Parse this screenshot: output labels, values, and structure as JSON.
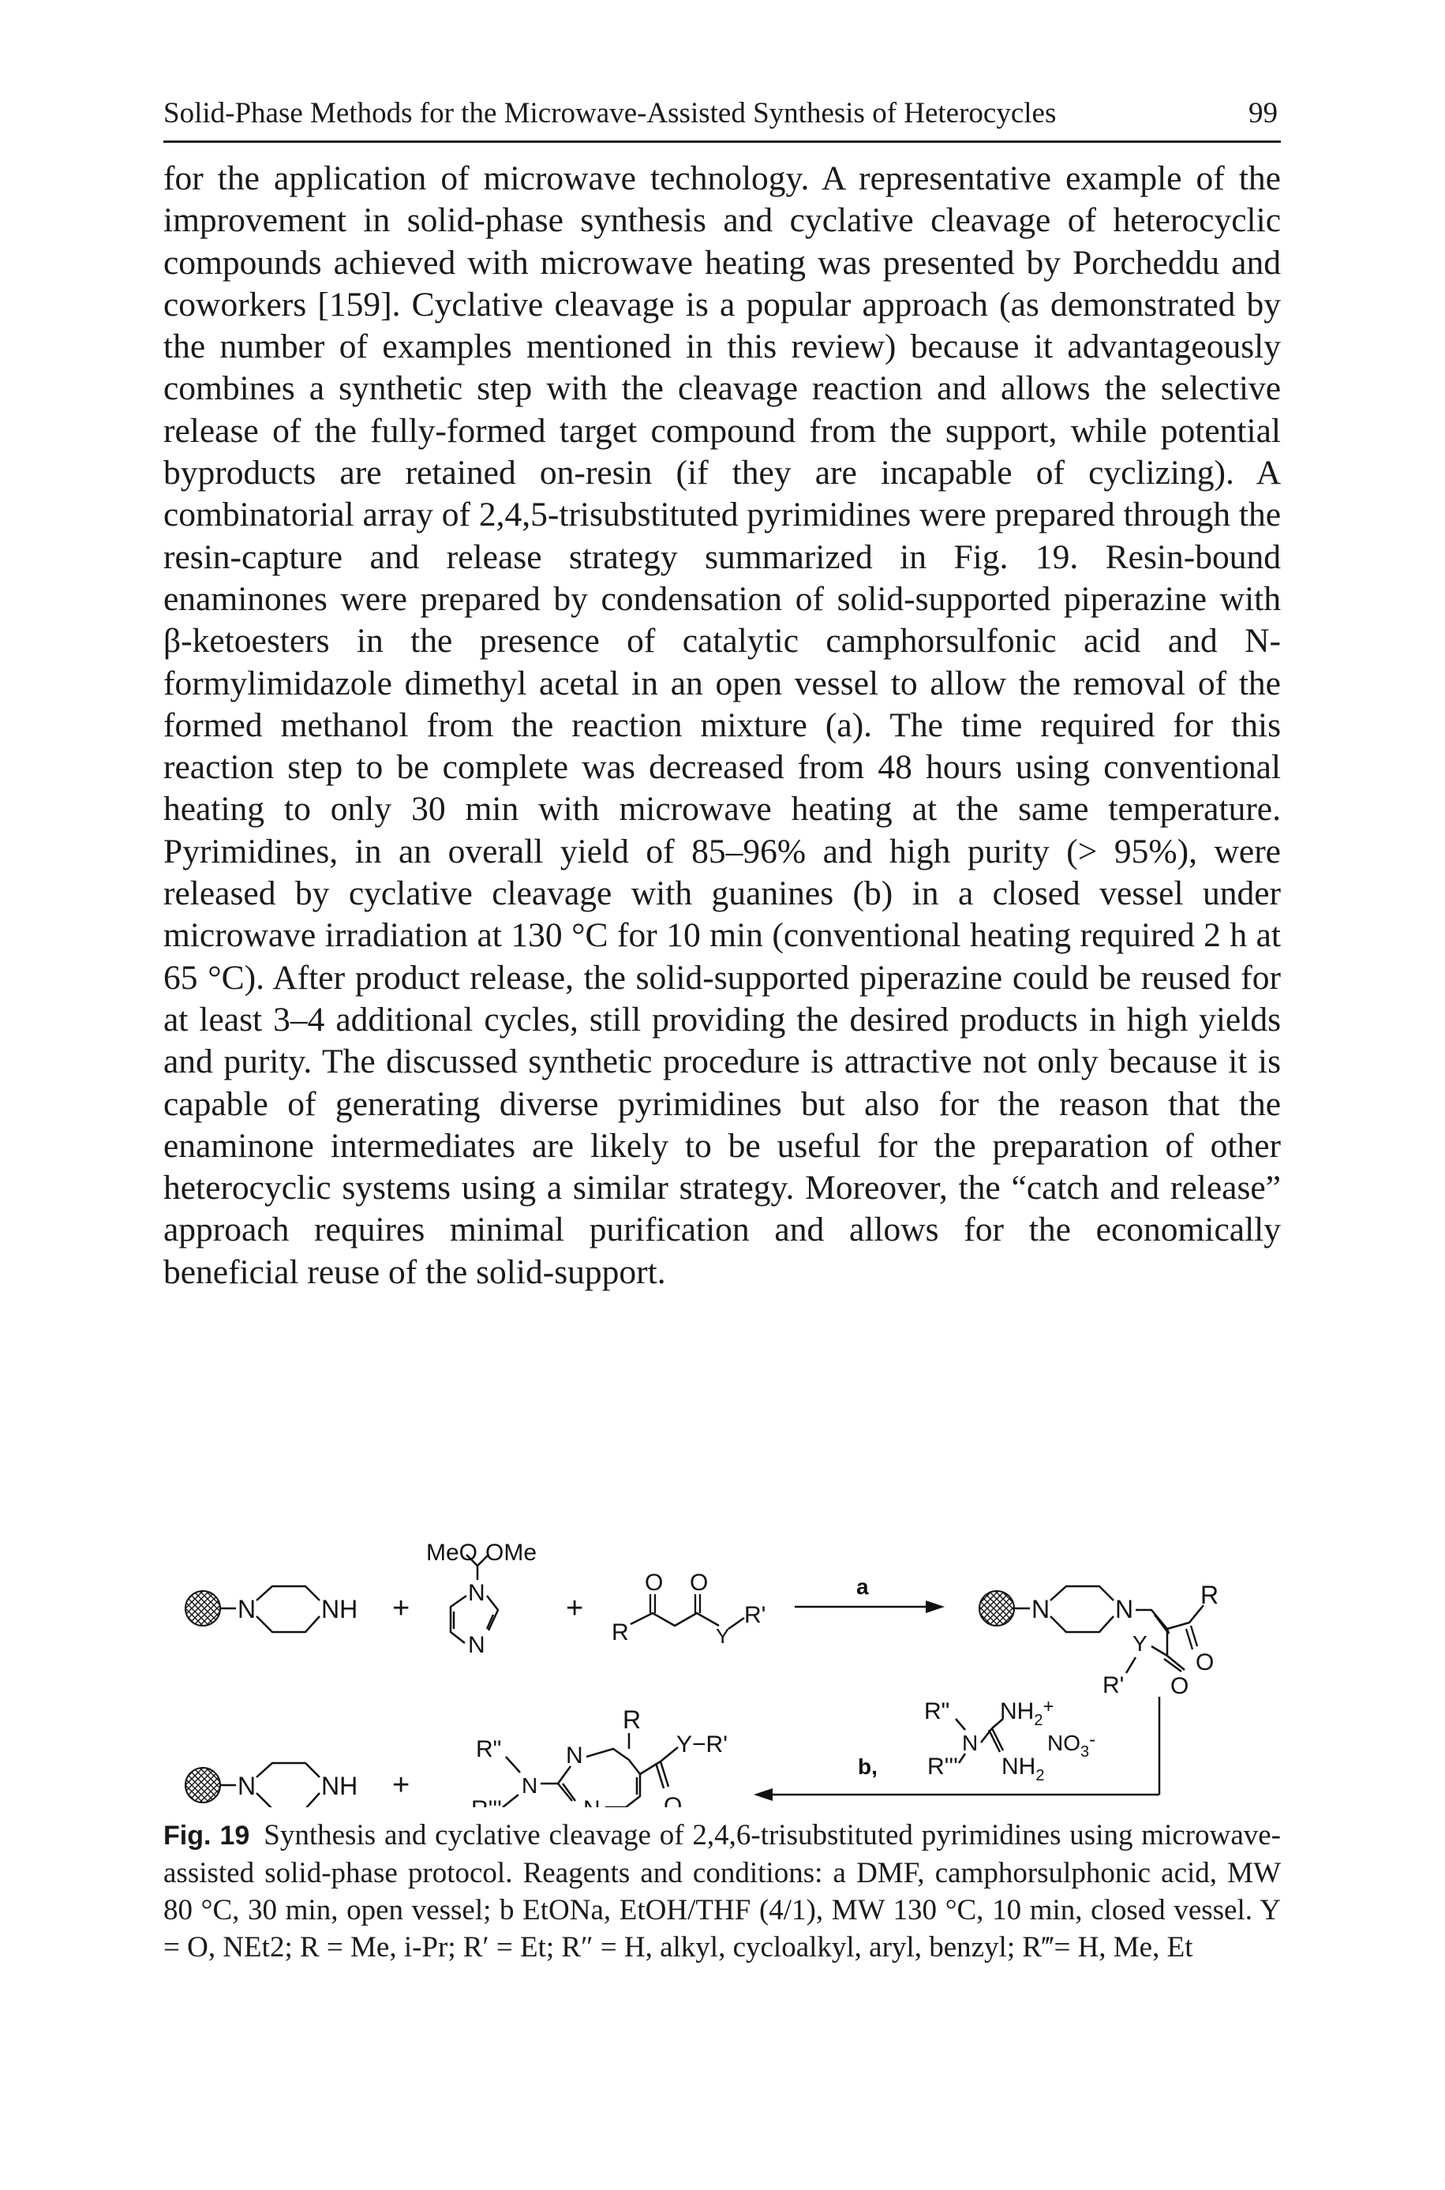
{
  "header": {
    "running_title": "Solid-Phase Methods for the Microwave-Assisted Synthesis of Heterocycles",
    "page_number": "99"
  },
  "body_text": "for the application of microwave technology. A representative example of the improvement in solid-phase synthesis and cyclative cleavage of heterocyclic compounds achieved with microwave heating was presented by Porcheddu and coworkers [159]. Cyclative cleavage is a popular approach (as demon­strated by the number of examples mentioned in this review) because it advantageously combines a synthetic step with the cleavage reaction and allows the selective release of the fully-formed target compound from the support, while potential byproducts are retained on-resin (if they are inca­pable of cyclizing). A combinatorial array of 2,4,5-trisubstituted pyrimidines were prepared through the resin-capture and release strategy summarized in Fig. 19. Resin-bound enaminones were prepared by condensation of solid-supported piperazine with β-ketoesters in the presence of catalytic camphor­sulfonic acid and N-formylimidazole dimethyl acetal in an open vessel to allow the removal of the formed methanol from the reaction mixture (a). The time required for this reaction step to be complete was decreased from 48 hours using conventional heating to only 30 min with microwave heating at the same temperature. Pyrimidines, in an overall yield of 85–96% and high purity (> 95%), were released by cyclative cleavage with guanines (b) in a closed vessel under microwave irradiation at 130 °C for 10 min (con­ventional heating required 2 h at 65 °C). After product release, the solid-supported piperazine could be reused for at least 3–4 additional cycles, still providing the desired products in high yields and purity. The discussed syn­thetic procedure is attractive not only because it is capable of generating diverse pyrimidines but also for the reason that the enaminone intermedi­ates are likely to be useful for the preparation of other heterocyclic systems using a similar strategy. Moreover, the “catch and release” approach requires minimal purification and allows for the economically beneficial reuse of the solid-support.",
  "scheme": {
    "piperazine": {
      "n_left": "N",
      "nh": "NH"
    },
    "plus": "+",
    "acetal": {
      "meo": "MeO",
      "ome": "OMe",
      "n1": "N",
      "n2": "N"
    },
    "ketoester": {
      "o1": "O",
      "o2": "O",
      "r": "R",
      "y": "Y",
      "r_prime": "R'"
    },
    "arrow_a": "a",
    "enaminone": {
      "n1": "N",
      "n2": "N",
      "r": "R",
      "y": "Y",
      "r_prime": "R'",
      "o1": "O",
      "o2": "O"
    },
    "guanidine": {
      "r2": "R\"",
      "r3": "R'''",
      "n": "N",
      "nh2_top": "NH",
      "nh2_sub": "2",
      "plus_sign": "+",
      "nitrate": "NO",
      "nitrate_sub": "3",
      "nitrate_charge": "-",
      "nh2_bottom": "NH",
      "nh2_bottom_sub": "2"
    },
    "arrow_b": "b,",
    "product": {
      "r": "R",
      "n1": "N",
      "n2": "N",
      "n3": "N",
      "r2": "R\"",
      "r3": "R'''",
      "y_r": "Y−R'",
      "o": "O"
    }
  },
  "caption": {
    "label": "Fig. 19",
    "text": "Synthesis and cyclative cleavage of 2,4,6-trisubstituted pyrimidines using microwave-assisted solid-phase protocol. Reagents and conditions: a DMF, camphorsul­phonic acid, MW 80 °C, 30 min, open vessel; b EtONa, EtOH/THF (4/1), MW 130 °C, 10 min, closed vessel. Y = O, NEt2; R = Me, i-Pr; R′ = Et; R″ = H, alkyl, cycloalkyl, aryl, benzyl; R‴= H, Me, Et"
  }
}
